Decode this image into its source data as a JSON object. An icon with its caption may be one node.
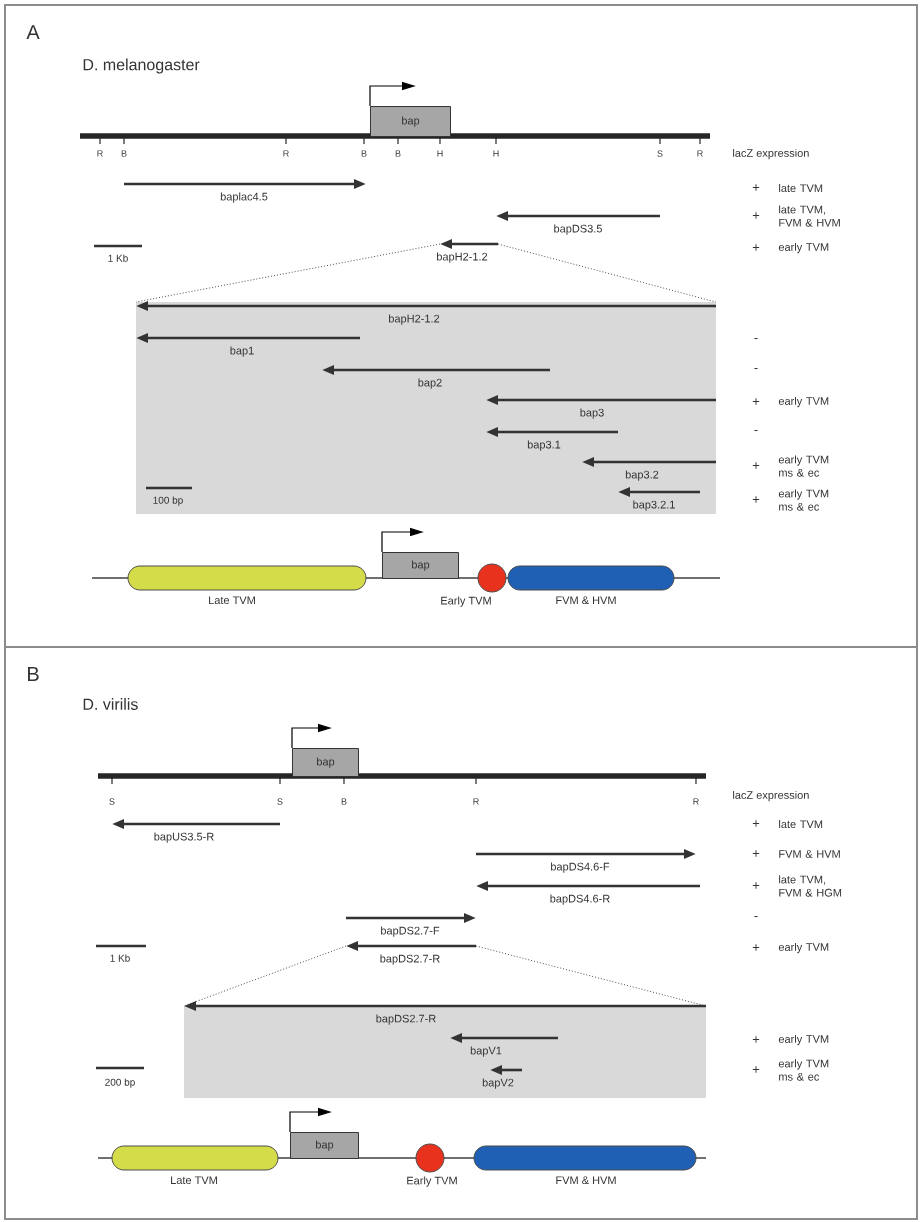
{
  "diagram": {
    "nodes": [
      {
        "text": [
          "A",
          "D. melanogaster"
        ]
      },
      {
        "text": [
          "bap"
        ],
        "in": 0
      },
      {
        "text": [
          "bap"
        ],
        "in": 0
      },
      {
        "text": [],
        "shape": "oval",
        "beside": [
          "Late TVM"
        ],
        "in": 0
      },
      {
        "text": [],
        "shape": "circle",
        "beside": [
          "Early TVM"
        ],
        "in": 0
      },
      {
        "text": [],
        "shape": "oval",
        "beside": [
          "FVM & HVM"
        ],
        "in": 0
      },
      {
        "text": [
          "B",
          "D. virilis"
        ]
      },
      {
        "text": [
          "bap"
        ],
        "in": 6
      },
      {
        "text": [
          "bap"
        ],
        "in": 6
      },
      {
        "text": [],
        "shape": "oval",
        "beside": [
          "Late TVM"
        ],
        "in": 6
      },
      {
        "text": [],
        "shape": "circle",
        "beside": [
          "Early TVM"
        ],
        "in": 6
      },
      {
        "text": [],
        "shape": "oval",
        "beside": [
          "FVM & HVM"
        ],
        "in": 6
      }
    ],
    "labels": [
      "R",
      "B",
      "R",
      "B",
      "B",
      "H",
      "H",
      "S",
      "R",
      "lacZ expression",
      "baplac4.5",
      "+",
      "late TVM",
      "bapDS3.5",
      "+",
      "late TVM, FVM & HVM",
      "1 Kb",
      "bapH2-1.2",
      "+",
      "early TVM",
      "bapH2-1.2",
      "bap1",
      "-",
      "bap2",
      "-",
      "bap3",
      "+",
      "early TVM",
      "bap3.1",
      "-",
      "bap3.2",
      "+",
      "early TVM ms & ec",
      "100 bp",
      "bap3.2.1",
      "+",
      "early TVM ms & ec",
      "S",
      "S",
      "B",
      "R",
      "R",
      "lacZ expression",
      "bapUS3.5-R",
      "+",
      "late TVM",
      "bapDS4.6-F",
      "+",
      "FVM & HVM",
      "bapDS4.6-R",
      "+",
      "late TVM, FVM & HGM",
      "bapDS2.7-F",
      "-",
      "1 Kb",
      "bapDS2.7-R",
      "+",
      "early TVM",
      "bapDS2.7-R",
      "bapV1",
      "+",
      "early TVM",
      "bapV2",
      "+",
      "early TVM ms & ec",
      "200 bp"
    ]
  }
}
